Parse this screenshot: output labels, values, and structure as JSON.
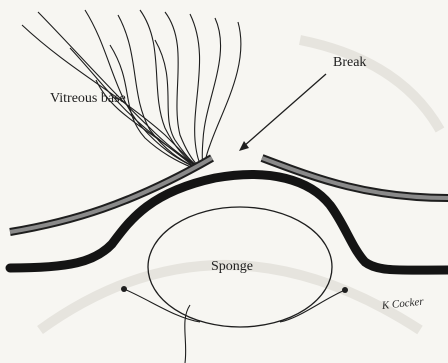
{
  "labels": {
    "vitreous_base": "Vitreous base",
    "break": "Break",
    "sponge": "Sponge"
  },
  "signature": "K Cocker",
  "colors": {
    "paper": "#f7f6f2",
    "ink": "#1e1e1e",
    "retina_fill": "#8a8a8a"
  }
}
